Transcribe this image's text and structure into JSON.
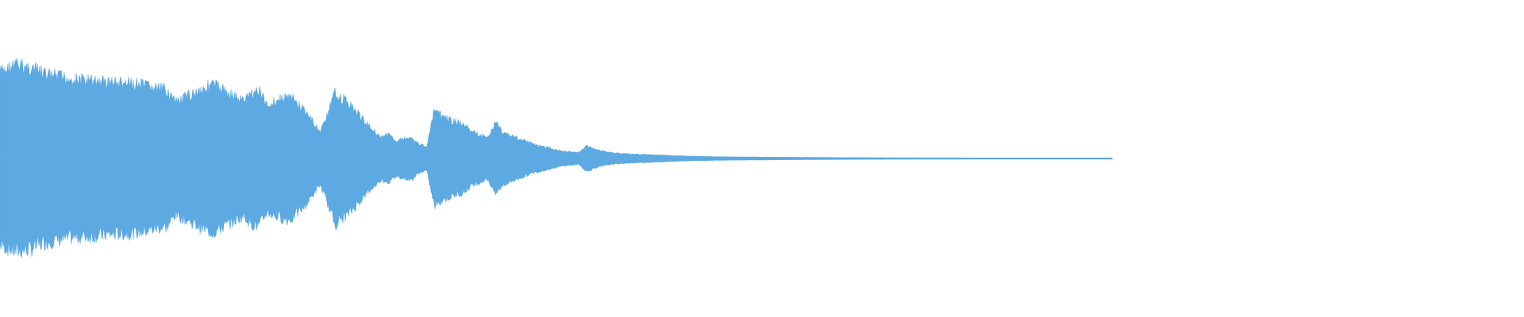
{
  "waveform": {
    "color": "#5DA9E1",
    "background": "#FFFFFF",
    "envelope": [
      [
        0.0,
        0.72
      ],
      [
        0.01,
        0.78
      ],
      [
        0.02,
        0.76
      ],
      [
        0.03,
        0.7
      ],
      [
        0.05,
        0.66
      ],
      [
        0.07,
        0.64
      ],
      [
        0.09,
        0.62
      ],
      [
        0.11,
        0.57
      ],
      [
        0.115,
        0.47
      ],
      [
        0.12,
        0.5
      ],
      [
        0.135,
        0.6
      ],
      [
        0.14,
        0.62
      ],
      [
        0.15,
        0.55
      ],
      [
        0.16,
        0.48
      ],
      [
        0.165,
        0.55
      ],
      [
        0.17,
        0.57
      ],
      [
        0.175,
        0.45
      ],
      [
        0.18,
        0.48
      ],
      [
        0.19,
        0.52
      ],
      [
        0.2,
        0.4
      ],
      [
        0.21,
        0.22
      ],
      [
        0.215,
        0.38
      ],
      [
        0.22,
        0.55
      ],
      [
        0.23,
        0.45
      ],
      [
        0.24,
        0.3
      ],
      [
        0.25,
        0.18
      ],
      [
        0.255,
        0.2
      ],
      [
        0.26,
        0.15
      ],
      [
        0.27,
        0.18
      ],
      [
        0.275,
        0.12
      ],
      [
        0.28,
        0.1
      ],
      [
        0.285,
        0.4
      ],
      [
        0.29,
        0.35
      ],
      [
        0.3,
        0.3
      ],
      [
        0.305,
        0.28
      ],
      [
        0.31,
        0.22
      ],
      [
        0.315,
        0.2
      ],
      [
        0.32,
        0.17
      ],
      [
        0.325,
        0.3
      ],
      [
        0.33,
        0.22
      ],
      [
        0.34,
        0.17
      ],
      [
        0.35,
        0.12
      ],
      [
        0.36,
        0.09
      ],
      [
        0.37,
        0.06
      ],
      [
        0.38,
        0.05
      ],
      [
        0.385,
        0.11
      ],
      [
        0.39,
        0.08
      ],
      [
        0.4,
        0.05
      ],
      [
        0.41,
        0.04
      ],
      [
        0.43,
        0.03
      ],
      [
        0.45,
        0.02
      ],
      [
        0.47,
        0.015
      ],
      [
        0.5,
        0.012
      ],
      [
        0.55,
        0.008
      ],
      [
        0.6,
        0.006
      ],
      [
        0.65,
        0.005
      ],
      [
        0.7,
        0.004
      ],
      [
        0.73,
        0.004
      ]
    ]
  }
}
